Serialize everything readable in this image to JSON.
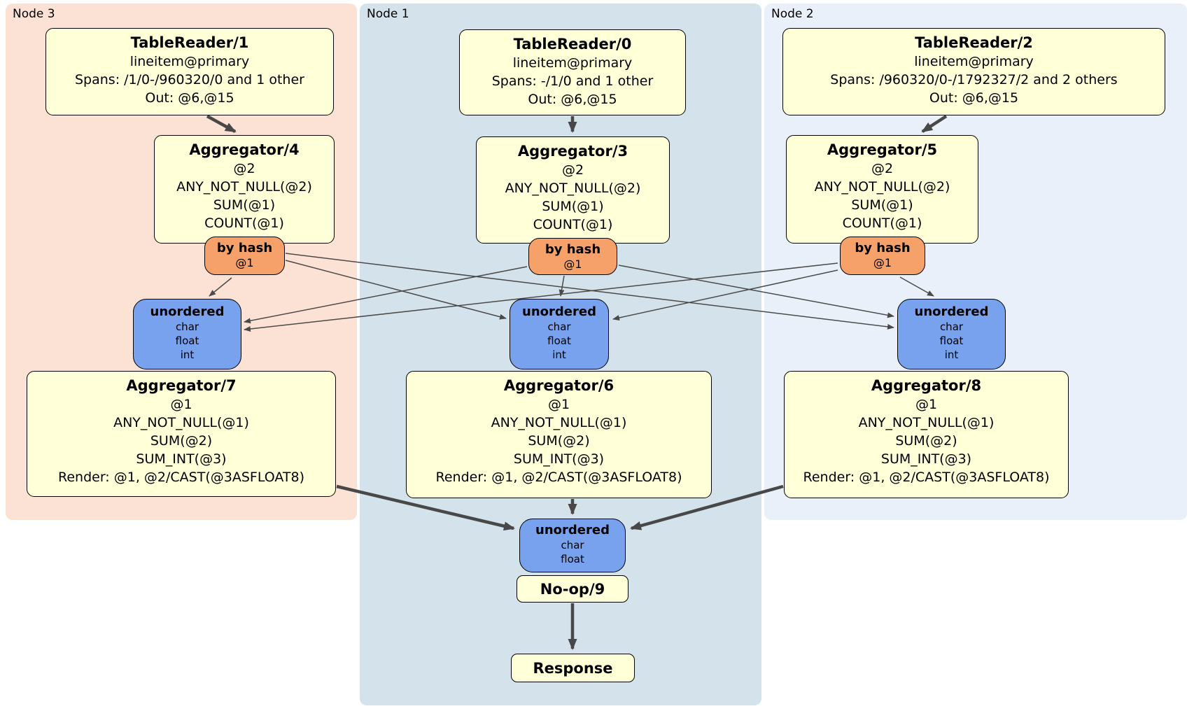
{
  "diagram": {
    "nodes": [
      {
        "label": "Node 3",
        "background_color": "#FCE2D5",
        "table_reader": {
          "title": "TableReader/1",
          "lines": [
            "lineitem@primary",
            "Spans: /1/0-/960320/0 and 1 other",
            "Out: @6,@15"
          ]
        },
        "aggregator": {
          "title": "Aggregator/4",
          "lines": [
            "@2",
            "ANY_NOT_NULL(@2)",
            "SUM(@1)",
            "COUNT(@1)"
          ]
        },
        "router": {
          "title": "by hash",
          "subtitle": "@1"
        },
        "stream": {
          "title": "unordered",
          "lines": [
            "char",
            "float",
            "int"
          ]
        },
        "final_aggregator": {
          "title": "Aggregator/7",
          "lines": [
            "@1",
            "ANY_NOT_NULL(@1)",
            "SUM(@2)",
            "SUM_INT(@3)",
            "Render: @1, @2/CAST(@3ASFLOAT8)"
          ]
        }
      },
      {
        "label": "Node 1",
        "background_color": "#D4E2EB",
        "table_reader": {
          "title": "TableReader/0",
          "lines": [
            "lineitem@primary",
            "Spans: -/1/0 and 1 other",
            "Out: @6,@15"
          ]
        },
        "aggregator": {
          "title": "Aggregator/3",
          "lines": [
            "@2",
            "ANY_NOT_NULL(@2)",
            "SUM(@1)",
            "COUNT(@1)"
          ]
        },
        "router": {
          "title": "by hash",
          "subtitle": "@1"
        },
        "stream": {
          "title": "unordered",
          "lines": [
            "char",
            "float",
            "int"
          ]
        },
        "final_aggregator": {
          "title": "Aggregator/6",
          "lines": [
            "@1",
            "ANY_NOT_NULL(@1)",
            "SUM(@2)",
            "SUM_INT(@3)",
            "Render: @1, @2/CAST(@3ASFLOAT8)"
          ]
        }
      },
      {
        "label": "Node 2",
        "background_color": "#EAF0FA",
        "table_reader": {
          "title": "TableReader/2",
          "lines": [
            "lineitem@primary",
            "Spans: /960320/0-/1792327/2 and 2 others",
            "Out: @6,@15"
          ]
        },
        "aggregator": {
          "title": "Aggregator/5",
          "lines": [
            "@2",
            "ANY_NOT_NULL(@2)",
            "SUM(@1)",
            "COUNT(@1)"
          ]
        },
        "router": {
          "title": "by hash",
          "subtitle": "@1"
        },
        "stream": {
          "title": "unordered",
          "lines": [
            "char",
            "float",
            "int"
          ]
        },
        "final_aggregator": {
          "title": "Aggregator/8",
          "lines": [
            "@1",
            "ANY_NOT_NULL(@1)",
            "SUM(@2)",
            "SUM_INT(@3)",
            "Render: @1, @2/CAST(@3ASFLOAT8)"
          ]
        }
      }
    ],
    "sink": {
      "stream": {
        "title": "unordered",
        "lines": [
          "char",
          "float"
        ]
      },
      "noop": {
        "title": "No-op/9"
      },
      "response": {
        "title": "Response"
      }
    },
    "colors": {
      "processor_fill": "#FFFFD8",
      "router_fill": "#F6A06A",
      "stream_fill": "#78A2EE",
      "edge": "#4A4A4A",
      "border": "#000000"
    }
  }
}
